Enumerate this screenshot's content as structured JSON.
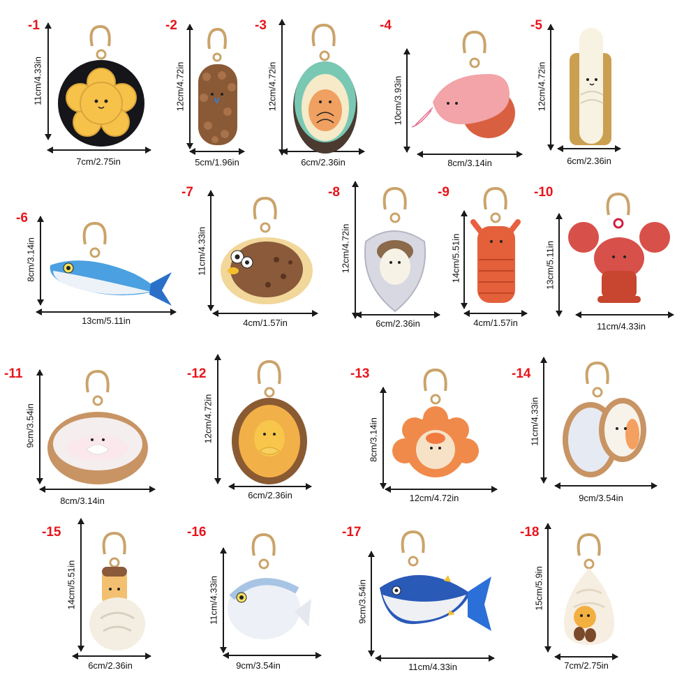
{
  "items": [
    {
      "num": "-1",
      "height": "11cm/4.33in",
      "width": "7cm/2.75in",
      "subject": "black fluffy pom-pom with yellow flower face keychain"
    },
    {
      "num": "-2",
      "height": "12cm/4.72in",
      "width": "5cm/1.96in",
      "subject": "brown sea cucumber plush keychain"
    },
    {
      "num": "-3",
      "height": "12cm/4.72in",
      "width": "6cm/2.36in",
      "subject": "abalone plush keychain"
    },
    {
      "num": "-4",
      "height": "10cm/3.93in",
      "width": "8cm/3.14in",
      "subject": "pink shrimp plush keychain"
    },
    {
      "num": "-5",
      "height": "12cm/4.72in",
      "width": "6cm/2.36in",
      "subject": "razor clam plush keychain"
    },
    {
      "num": "-6",
      "height": "8cm/3.14in",
      "width": "13cm/5.11in",
      "subject": "blue saury fish plush keychain"
    },
    {
      "num": "-7",
      "height": "11cm/4.33in",
      "width": "4cm/1.57in",
      "subject": "flounder plush keychain"
    },
    {
      "num": "-8",
      "height": "12cm/4.72in",
      "width": "6cm/2.36in",
      "subject": "oyster plush keychain"
    },
    {
      "num": "-9",
      "height": "14cm/5.51in",
      "width": "4cm/1.57in",
      "subject": "mantis shrimp plush keychain"
    },
    {
      "num": "-10",
      "height": "13cm/5.11in",
      "width": "11cm/4.33in",
      "subject": "red lobster plush keychain"
    },
    {
      "num": "-11",
      "height": "9cm/3.54in",
      "width": "8cm/3.14in",
      "subject": "clam plush keychain"
    },
    {
      "num": "-12",
      "height": "12cm/4.72in",
      "width": "6cm/2.36in",
      "subject": "yellow scallop plush keychain"
    },
    {
      "num": "-13",
      "height": "8cm/3.14in",
      "width": "12cm/4.72in",
      "subject": "orange scallop plush keychain"
    },
    {
      "num": "-14",
      "height": "11cm/4.33in",
      "width": "9cm/3.54in",
      "subject": "open clam with shrimp plush keychain"
    },
    {
      "num": "-15",
      "height": "14cm/5.51in",
      "width": "6cm/2.36in",
      "subject": "sea snail plush keychain"
    },
    {
      "num": "-16",
      "height": "11cm/4.33in",
      "width": "9cm/3.54in",
      "subject": "white pomfret fish plush keychain"
    },
    {
      "num": "-17",
      "height": "9cm/3.54in",
      "width": "11cm/4.33in",
      "subject": "blue tuna plush keychain"
    },
    {
      "num": "-18",
      "height": "15cm/5.9in",
      "width": "7cm/2.75in",
      "subject": "hermit snail plush keychain"
    }
  ],
  "colors": {
    "number_red": "#e8141c",
    "line_black": "#1a1a1a",
    "background": "#ffffff"
  }
}
